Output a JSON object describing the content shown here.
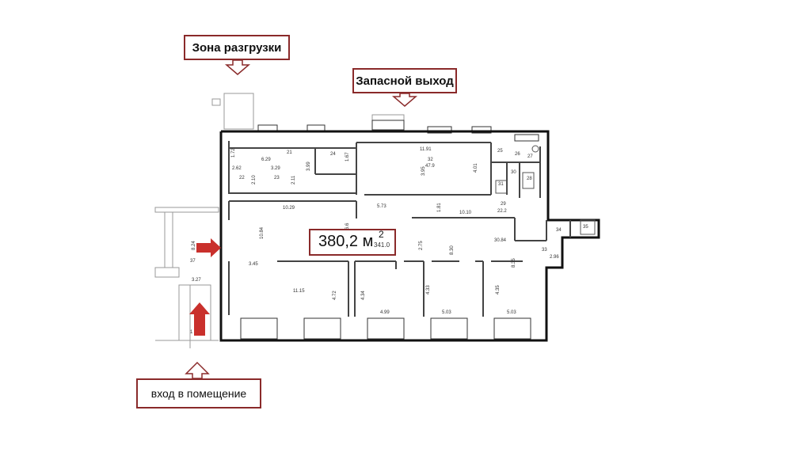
{
  "labels": {
    "unloading_zone": "Зона разгрузки",
    "emergency_exit": "Запасной выход",
    "entrance": "вход в помещение"
  },
  "area": {
    "value": "380,2 м",
    "superscript": "2",
    "small_note": "341.0"
  },
  "room_numbers": [
    "21",
    "22",
    "23",
    "24",
    "25",
    "26",
    "27",
    "28",
    "29",
    "30",
    "31",
    "32",
    "33",
    "34",
    "35",
    "37"
  ],
  "dimensions": [
    "1.72",
    "6.29",
    "3.99",
    "1.67",
    "11.91",
    "2.62",
    "3.29",
    "2.10",
    "2.11",
    "3.95",
    "4.01",
    "47.9",
    "10.29",
    "5.73",
    "1.81",
    "10.10",
    "22.2",
    "10.84",
    "6.6",
    "2.75",
    "8.30",
    "30.84",
    "8.35",
    "3.45",
    "11.15",
    "4.72",
    "4.34",
    "4.33",
    "4.35",
    "4.99",
    "5.03",
    "5.03",
    "2.96",
    "8.24",
    "3.27",
    "1"
  ],
  "colors": {
    "callout_border": "#8a2a2a",
    "arrow_fill": "#c9302c",
    "arrow_outline_fill": "#ffffff",
    "wall": "#111111",
    "thin_wall": "#444444"
  },
  "icons": {
    "main_arrow_right": "red-arrow-right-icon",
    "main_arrow_up": "red-arrow-up-icon",
    "outline_arrow_down": "outline-arrow-down-icon",
    "outline_arrow_up": "outline-arrow-up-icon"
  }
}
